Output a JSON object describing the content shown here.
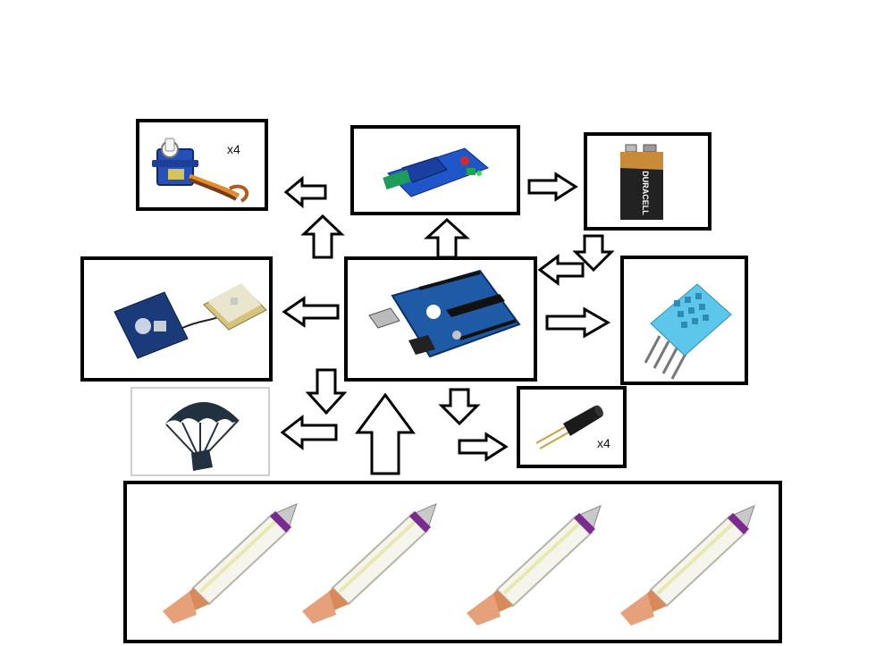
{
  "servo": {
    "qty": "x4"
  },
  "tilt_sensor": {
    "qty": "x4"
  },
  "battery": {
    "brand": "DURACELL"
  },
  "colors": {
    "arduino": "#1e5aa6",
    "relay": "#1f56c9",
    "servo": "#2450b8",
    "dht": "#5cc7ea",
    "rocket_band": "#7b2a8f",
    "nozzle": "#d98a5a",
    "gps_board": "#1a3a7a"
  }
}
